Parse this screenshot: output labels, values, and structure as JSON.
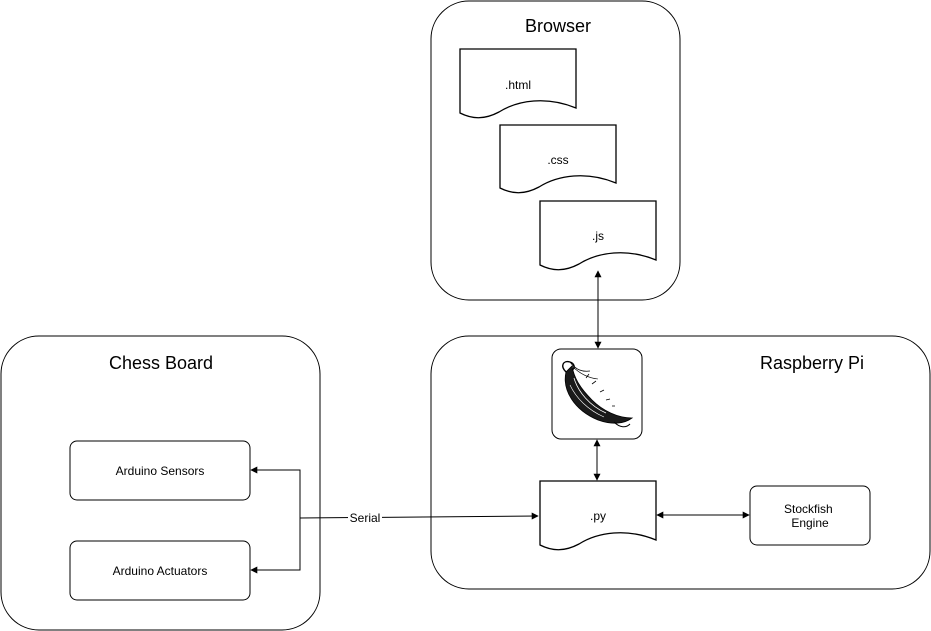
{
  "containers": {
    "browser": {
      "title": "Browser"
    },
    "chess_board": {
      "title": "Chess Board"
    },
    "raspberry_pi": {
      "title": "Raspberry Pi"
    }
  },
  "files": {
    "html": ".html",
    "css": ".css",
    "js": ".js",
    "py": ".py"
  },
  "nodes": {
    "arduino_sensors": "Arduino Sensors",
    "arduino_actuators": "Arduino Actuators",
    "stockfish_line1": "Stockfish",
    "stockfish_line2": "Engine"
  },
  "edges": {
    "serial_label": "Serial"
  },
  "icons": {
    "flask": "flask-logo-icon"
  }
}
